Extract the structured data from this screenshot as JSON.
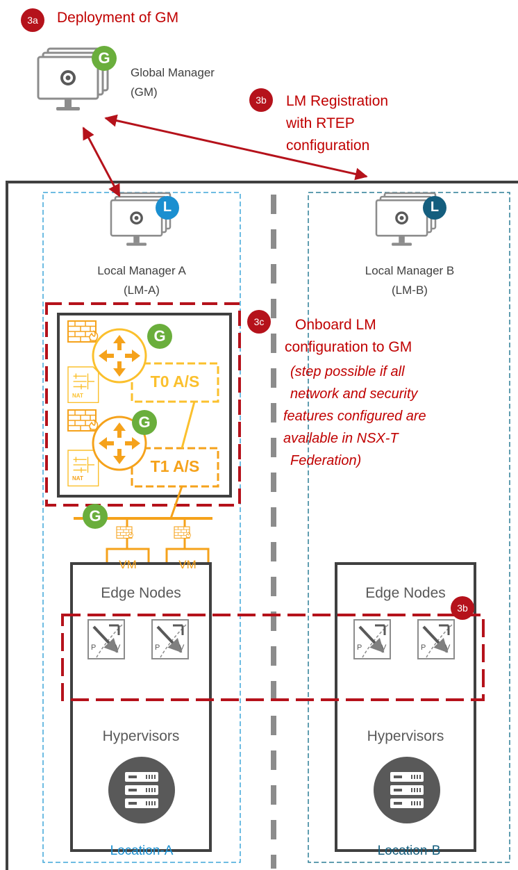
{
  "steps": {
    "s3a": {
      "badge": "3a",
      "text": "Deployment of GM"
    },
    "s3b": {
      "badge": "3b",
      "line1": "LM Registration",
      "line2": "with RTEP",
      "line3": "configuration"
    },
    "s3c": {
      "badge": "3c",
      "line1": "Onboard LM",
      "line2": "configuration to GM",
      "note1": "(step possible if all",
      "note2": "network and security",
      "note3": "features configured are",
      "note4": "available in NSX-T",
      "note5": "Federation)"
    },
    "s3b_edge": {
      "badge": "3b"
    }
  },
  "global_manager": {
    "line1": "Global Manager",
    "line2": "(GM)",
    "badge": "G"
  },
  "local_manager_a": {
    "line1": "Local Manager A",
    "line2": "(LM-A)",
    "badge": "L"
  },
  "local_manager_b": {
    "line1": "Local Manager B",
    "line2": "(LM-B)",
    "badge": "L"
  },
  "routers": {
    "t0": {
      "label": "T0 A/S",
      "badge": "G"
    },
    "t1": {
      "label": "T1 A/S",
      "badge": "G"
    },
    "segment": {
      "badge": "G"
    },
    "nat_label": "NAT",
    "vm1": "VM",
    "vm2": "VM"
  },
  "location_a": {
    "edge_title": "Edge Nodes",
    "hyp_title": "Hypervisors",
    "label": "Location-A",
    "edge_p": "P",
    "edge_v": "V"
  },
  "location_b": {
    "edge_title": "Edge Nodes",
    "hyp_title": "Hypervisors",
    "label": "Location-B",
    "edge_p": "P",
    "edge_v": "V"
  },
  "colors": {
    "step_red": "#b5121b",
    "title_red": "#c00000",
    "gm_green": "#6aae3c",
    "lm_a_blue": "#1b8fd0",
    "lm_b_blue": "#145e7e",
    "orange": "#f5a21b",
    "gold": "#fbc02d",
    "loc_a_border": "#3ea6d8",
    "loc_b_border": "#2c7d95"
  }
}
